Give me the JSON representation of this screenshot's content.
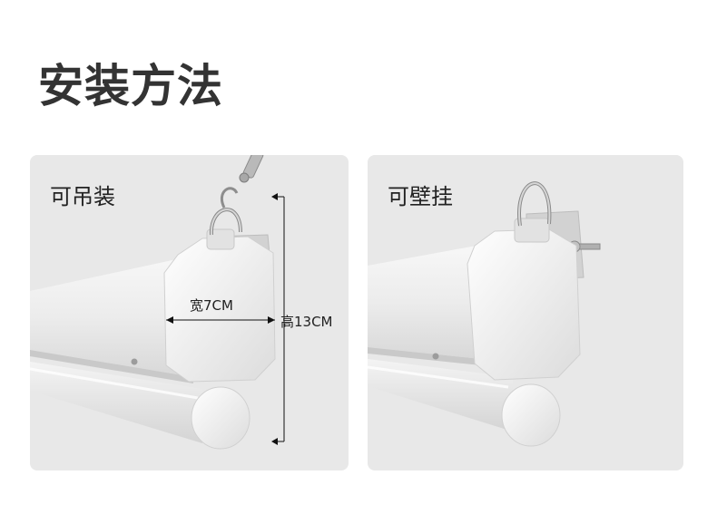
{
  "title": "安装方法",
  "panels": [
    {
      "label": "可吊装",
      "width_label": "宽7CM",
      "height_label": "高13CM"
    },
    {
      "label": "可壁挂"
    }
  ]
}
